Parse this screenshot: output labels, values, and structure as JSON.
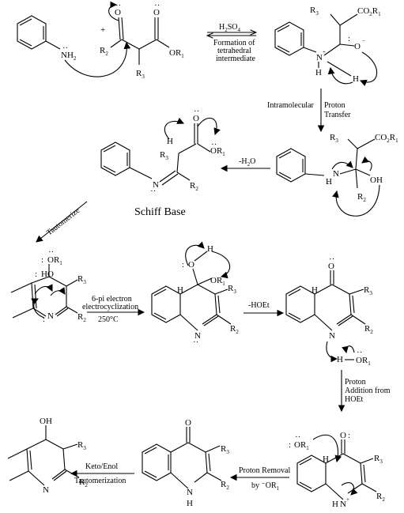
{
  "structures": {
    "aniline": {
      "N": "NH",
      "N_sub": "2"
    },
    "ketoester": {
      "O1": "O",
      "O2": "O",
      "OR": "OR",
      "OR_sub": "1",
      "R2": "R",
      "R2_sub": "2",
      "R3": "R",
      "R3_sub": "3",
      "plus": "+"
    },
    "tetrahedral": {
      "R3": "R",
      "R3_sub": "3",
      "CO2R1": "CO",
      "CO2R1_sub1": "2",
      "CO2R1_R": "R",
      "CO2R1_sub2": "1",
      "N": "N",
      "Nplus": "+",
      "Nsub": "H",
      "H1": "H",
      "H2": "H",
      "O": "O",
      "Ominus": "−"
    },
    "protonated": {
      "R3": "R",
      "R3_sub": "3",
      "CO2R1": "CO",
      "CO2R1_sub1": "2",
      "CO2R1_R": "R",
      "CO2R1_sub2": "1",
      "N": "N",
      "NH": "H",
      "OH": "OH",
      "R2": "R",
      "R2_sub": "2"
    },
    "schiff": {
      "O": "O",
      "OR": "OR",
      "OR_sub": "1",
      "H": "H",
      "R3": "R",
      "R3_sub": "3",
      "N": "N",
      "R2": "R",
      "R2_sub": "2",
      "caption": "Schiff Base"
    },
    "cyclize": {
      "OR": "OR",
      "OR_sub": "1",
      "HO": "HO",
      "R3": "R",
      "R3_sub": "3",
      "N": "N",
      "R2": "R",
      "R2_sub": "2"
    },
    "hemiketal": {
      "O": "O",
      "H": "H",
      "OR": "OR",
      "OR_sub": "1",
      "R3": "R",
      "R3_sub": "3",
      "N": "N",
      "R2": "R",
      "R2_sub": "2",
      "Hring": "H"
    },
    "ketone": {
      "O": "O",
      "R3": "R",
      "R3_sub": "3",
      "N": "N",
      "R2": "R",
      "R2_sub": "2",
      "Hring": "H",
      "HOR_H": "H",
      "HOR_O": "OR",
      "HOR_sub": "1"
    },
    "protonN": {
      "O": "O",
      "ORminus": "OR",
      "ORminus_sub": "1",
      "Hring": "H",
      "N": "N",
      "Nplus": "+",
      "NH": "H",
      "R3": "R",
      "R3_sub": "3",
      "R2": "R",
      "R2_sub": "2"
    },
    "quinolone": {
      "O": "O",
      "R3": "R",
      "R3_sub": "3",
      "N": "N",
      "NH": "H",
      "R2": "R",
      "R2_sub": "2"
    },
    "hydroxyquinoline": {
      "OH": "OH",
      "R3": "R",
      "R3_sub": "3",
      "N": "N",
      "R2": "R",
      "R2_sub": "2"
    }
  },
  "arrows": {
    "a1": {
      "reagent": "H",
      "reagent_sub": "2",
      "reagent_rest": "SO",
      "reagent_sub2": "4",
      "line1": "Formation of",
      "line2": "tetrahedral",
      "line3": "intermediate"
    },
    "a2": {
      "line1": "Intramolecular",
      "line2": "Proton",
      "line3": "Transfer"
    },
    "a3": {
      "label": "-H",
      "sub": "2",
      "rest": "O"
    },
    "a4": {
      "label": "Tautomerize"
    },
    "a5": {
      "line1": "6-pi electron",
      "line2": "electrocyclization",
      "line3": "250°C"
    },
    "a6": {
      "label": "-HOEt"
    },
    "a7": {
      "line1": "Proton",
      "line2": "Addition from",
      "line3": "HOEt"
    },
    "a8": {
      "line1": "Proton Removal",
      "line2": "by ⁻OR",
      "sub": "1"
    },
    "a9": {
      "line1": "Keto/Enol",
      "line2": "Tautomerization"
    }
  }
}
